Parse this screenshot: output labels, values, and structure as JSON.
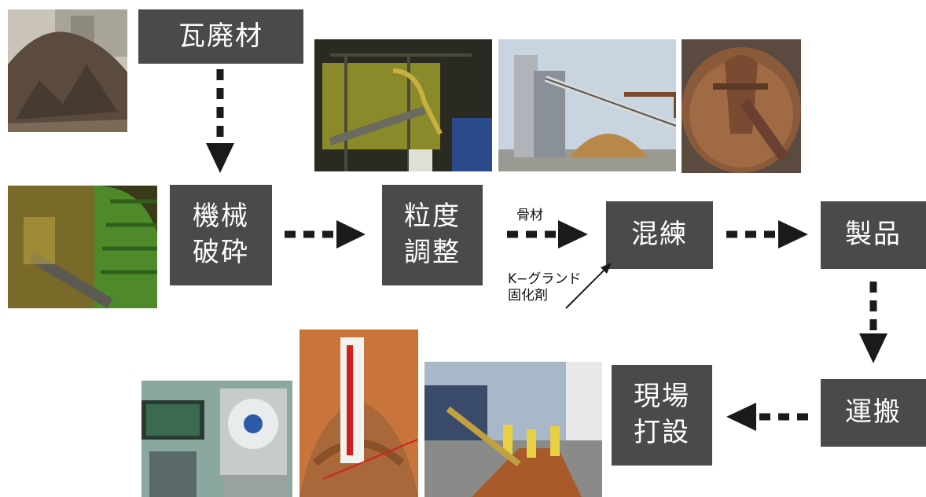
{
  "boxes": {
    "kawara": "瓦廃材",
    "kikai_line1": "機械",
    "kikai_line2": "破砕",
    "ryudo_line1": "粒度",
    "ryudo_line2": "調整",
    "konren": "混練",
    "seihin": "製品",
    "unpan": "運搬",
    "genba_line1": "現場",
    "genba_line2": "打設"
  },
  "labels": {
    "kotsuzai": "骨材",
    "kgrand_line1": "K−グランド",
    "kgrand_line2": "固化剤"
  },
  "photos": [
    "tile-waste-pile",
    "crushing-plant",
    "sieving-plant-interior",
    "conveyor-stockpile",
    "mixer-bowl",
    "testing-machine",
    "penetration-sample",
    "site-paving-crew"
  ],
  "colors": {
    "box": "#4a4a4a",
    "box_text": "#ffffff",
    "arrow": "#1a1a1a"
  }
}
